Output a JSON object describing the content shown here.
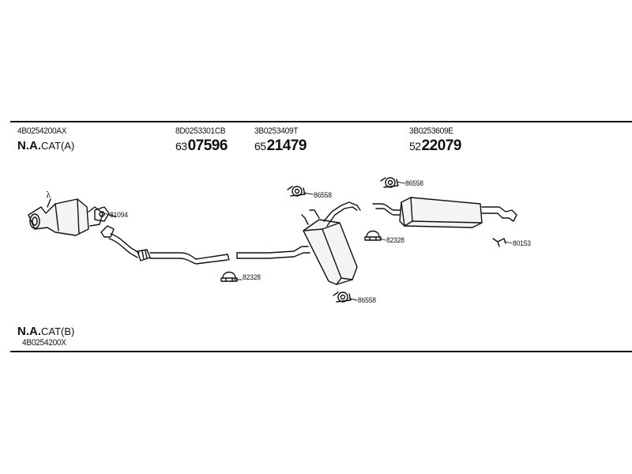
{
  "header": {
    "variant_top": {
      "prefix": "N.A.",
      "label": "CAT(A)",
      "oem": "4B0254200AX"
    }
  },
  "parts": [
    {
      "oem": "8D0253301CB",
      "prefix": "63",
      "number": "07596"
    },
    {
      "oem": "3B0253409T",
      "prefix": "65",
      "number": "21479"
    },
    {
      "oem": "3B0253609E",
      "prefix": "52",
      "number": "22079"
    }
  ],
  "callouts": {
    "cat_gasket": "81094",
    "clamp_front": "82328",
    "hanger_mid_top": "86558",
    "hanger_mid_bottom": "86558",
    "hanger_rear_top": "86558",
    "clamp_rear": "82328",
    "rear_bracket": "80153"
  },
  "lambda_symbol": "λ",
  "footer": {
    "variant_bottom": {
      "prefix": "N.A.",
      "label": "CAT(B)",
      "oem": "4B0254200X"
    }
  },
  "colors": {
    "ink": "#111111",
    "background": "#ffffff"
  }
}
